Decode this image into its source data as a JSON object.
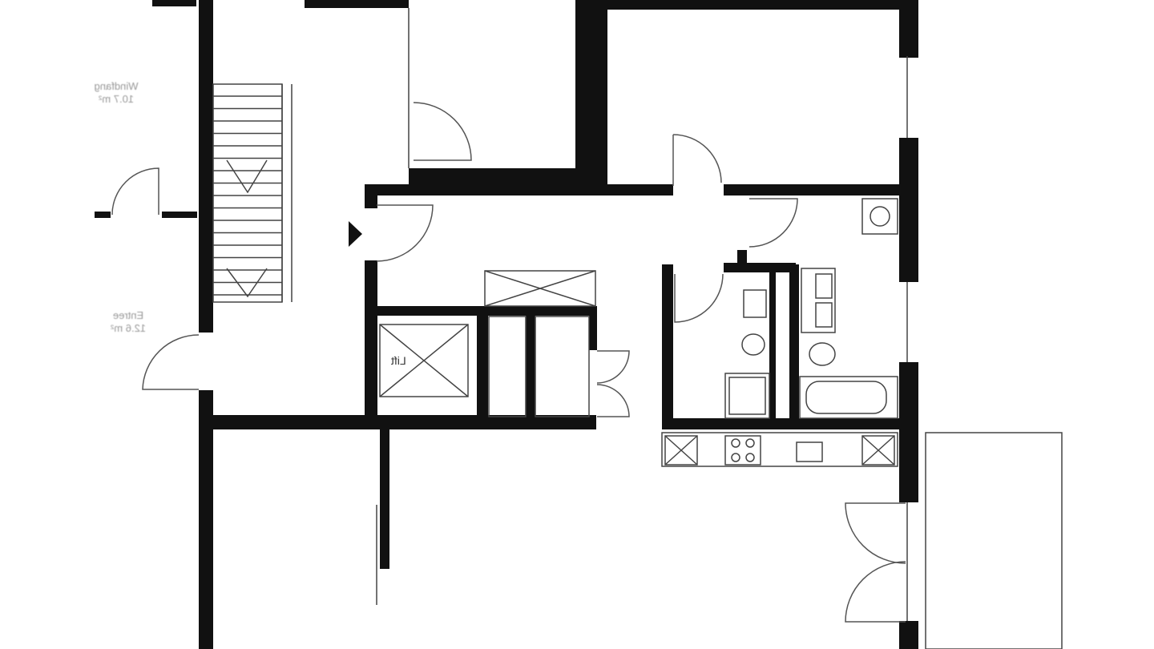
{
  "floor_plan": {
    "rooms": [
      {
        "name": "Windfang",
        "area": "10.7 m²"
      },
      {
        "name": "Entree",
        "area": "12.6 m²"
      }
    ],
    "lift_label": "Lift",
    "wall_color": "#111111"
  }
}
